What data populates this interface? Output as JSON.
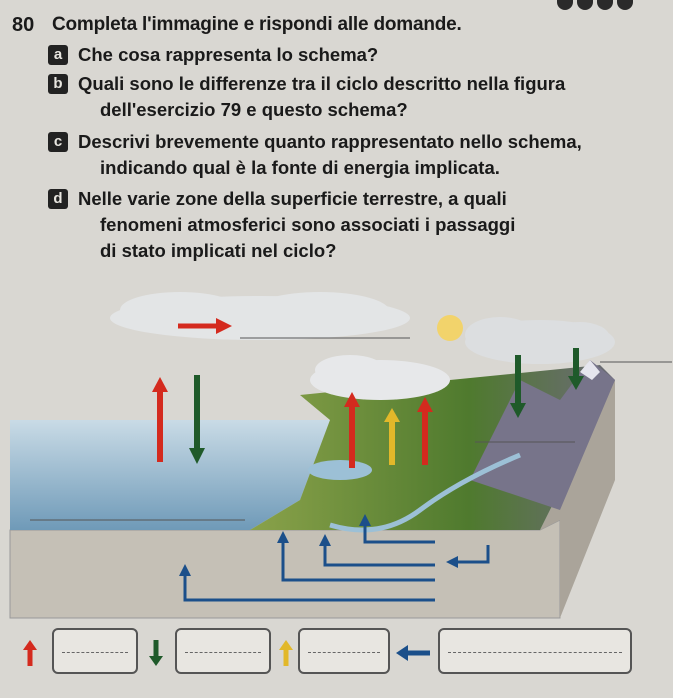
{
  "exercise": {
    "number": "80",
    "instruction": "Completa l'immagine e rispondi alle domande."
  },
  "questions": [
    {
      "letter": "a",
      "lines": [
        "Che cosa rappresenta lo schema?"
      ]
    },
    {
      "letter": "b",
      "lines": [
        "Quali sono le differenze tra il ciclo descritto nella figura",
        "dell'esercizio 79 e questo schema?"
      ]
    },
    {
      "letter": "c",
      "lines": [
        "Descrivi brevemente quanto rappresentato nello schema,",
        "indicando qual è la fonte di energia implicata."
      ]
    },
    {
      "letter": "d",
      "lines": [
        "Nelle varie zone della superficie terrestre, a quali",
        "fenomeni atmosferici sono associati i passaggi",
        "di stato implicati nel ciclo?"
      ]
    }
  ],
  "colors": {
    "red_arrow": "#d42a1e",
    "green_arrow": "#1f5a2a",
    "yellow_arrow": "#e2b82a",
    "blue_arrow": "#1b4f8a",
    "sea": "#8fb3c9",
    "land": "#6f8b3a",
    "ground": "#bdb8ae"
  },
  "legend_symbols": [
    {
      "arrow": "up",
      "color": "#d42a1e"
    },
    {
      "arrow": "down",
      "color": "#1f5a2a"
    },
    {
      "arrow": "up",
      "color": "#e2b82a"
    },
    {
      "arrow": "left",
      "color": "#1b4f8a"
    }
  ]
}
